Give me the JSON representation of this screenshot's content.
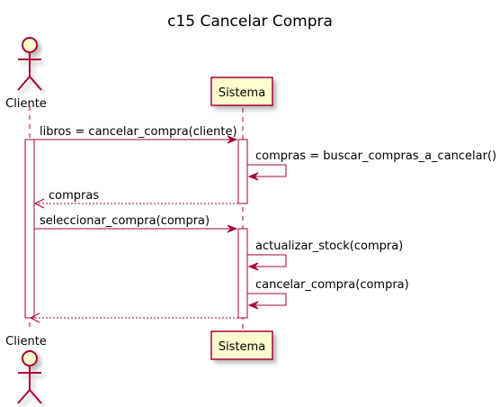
{
  "diagram": {
    "title": "c15 Cancelar Compra",
    "participants": {
      "actor_label": "Cliente",
      "system_label": "Sistema"
    },
    "messages": [
      "libros = cancelar_compra(cliente)",
      "compras = buscar_compras_a_cancelar()",
      "compras",
      "seleccionar_compra(compra)",
      "actualizar_stock(compra)",
      "cancelar_compra(compra)"
    ]
  },
  "colors": {
    "line": "#A80036",
    "participant_fill": "#FEFECE",
    "activation_fill": "#FFFFFF"
  }
}
